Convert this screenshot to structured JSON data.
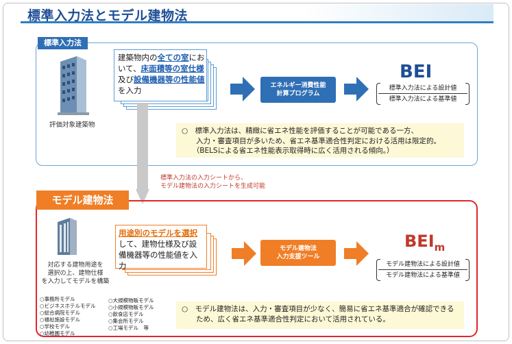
{
  "title": "標準入力法とモデル建物法",
  "standard": {
    "tag": "標準入力法",
    "building_caption": "評価対象建築物",
    "card_parts": [
      {
        "text": "建築物内の",
        "hl": false
      },
      {
        "text": "全ての室",
        "hl": true
      },
      {
        "text": "に\nおいて、",
        "hl": false
      },
      {
        "text": "床面積等の室仕様",
        "hl": true
      },
      {
        "text": "及び",
        "hl": false
      },
      {
        "text": "設備機器等の性能値",
        "hl": true
      },
      {
        "text": "を入力",
        "hl": false
      }
    ],
    "program_line1": "エネルギー消費性能",
    "program_line2": "計算プログラム",
    "bei": "BEI",
    "numerator": "標準入力法による設計値",
    "denominator": "標準入力法による基準値",
    "note_lines": [
      "○　標準入力法は、精緻に省エネ性能を評価することが可能である一方、",
      "　　入力・審査項目が多いため、省エネ基準適合性判定における活用は限定的。",
      "　　（BELSによる省エネ性能表示取得時に広く活用される傾向。）"
    ]
  },
  "mid_note_lines": [
    "標準入力法の入力シートから、",
    "モデル建物法の入力シートを生成可能"
  ],
  "model": {
    "tag": "モデル建物法",
    "building_caption_lines": [
      "対応する建物用途を",
      "選択の上、建物仕様",
      "を入力してモデルを構築"
    ],
    "card_highlight": "用途別のモデルを選択",
    "card_rest": "して、建物仕様及び設備機器等の性能値を入力",
    "program_line1": "モデル建物法",
    "program_line2": "入力支援ツール",
    "bei": "BEI",
    "bei_sub": "m",
    "numerator": "モデル建物法による設計値",
    "denominator": "モデル建物法による基準値",
    "models_left": [
      "○事務所モデル",
      "○ビジネスホテルモデル",
      "○総合病院モデル",
      "○福祉施設モデル",
      "○学校モデル",
      "○幼稚園モデル"
    ],
    "models_right": [
      "○大規模物販モデル",
      "○小規模物販モデル",
      "○飲食店モデル",
      "○集会所モデル",
      "○工場モデル　等"
    ],
    "note_lines": [
      "○　モデル建物法は、入力・審査項目が少なく、簡易に省エネ基準適合が確認できる",
      "　　ため、広く省エネ基準適合性判定において活用されている。"
    ]
  },
  "colors": {
    "blue": "#2f6fb5",
    "orange": "#f07e26",
    "red": "#e0262b",
    "note_bg": "#fdf8d6"
  }
}
